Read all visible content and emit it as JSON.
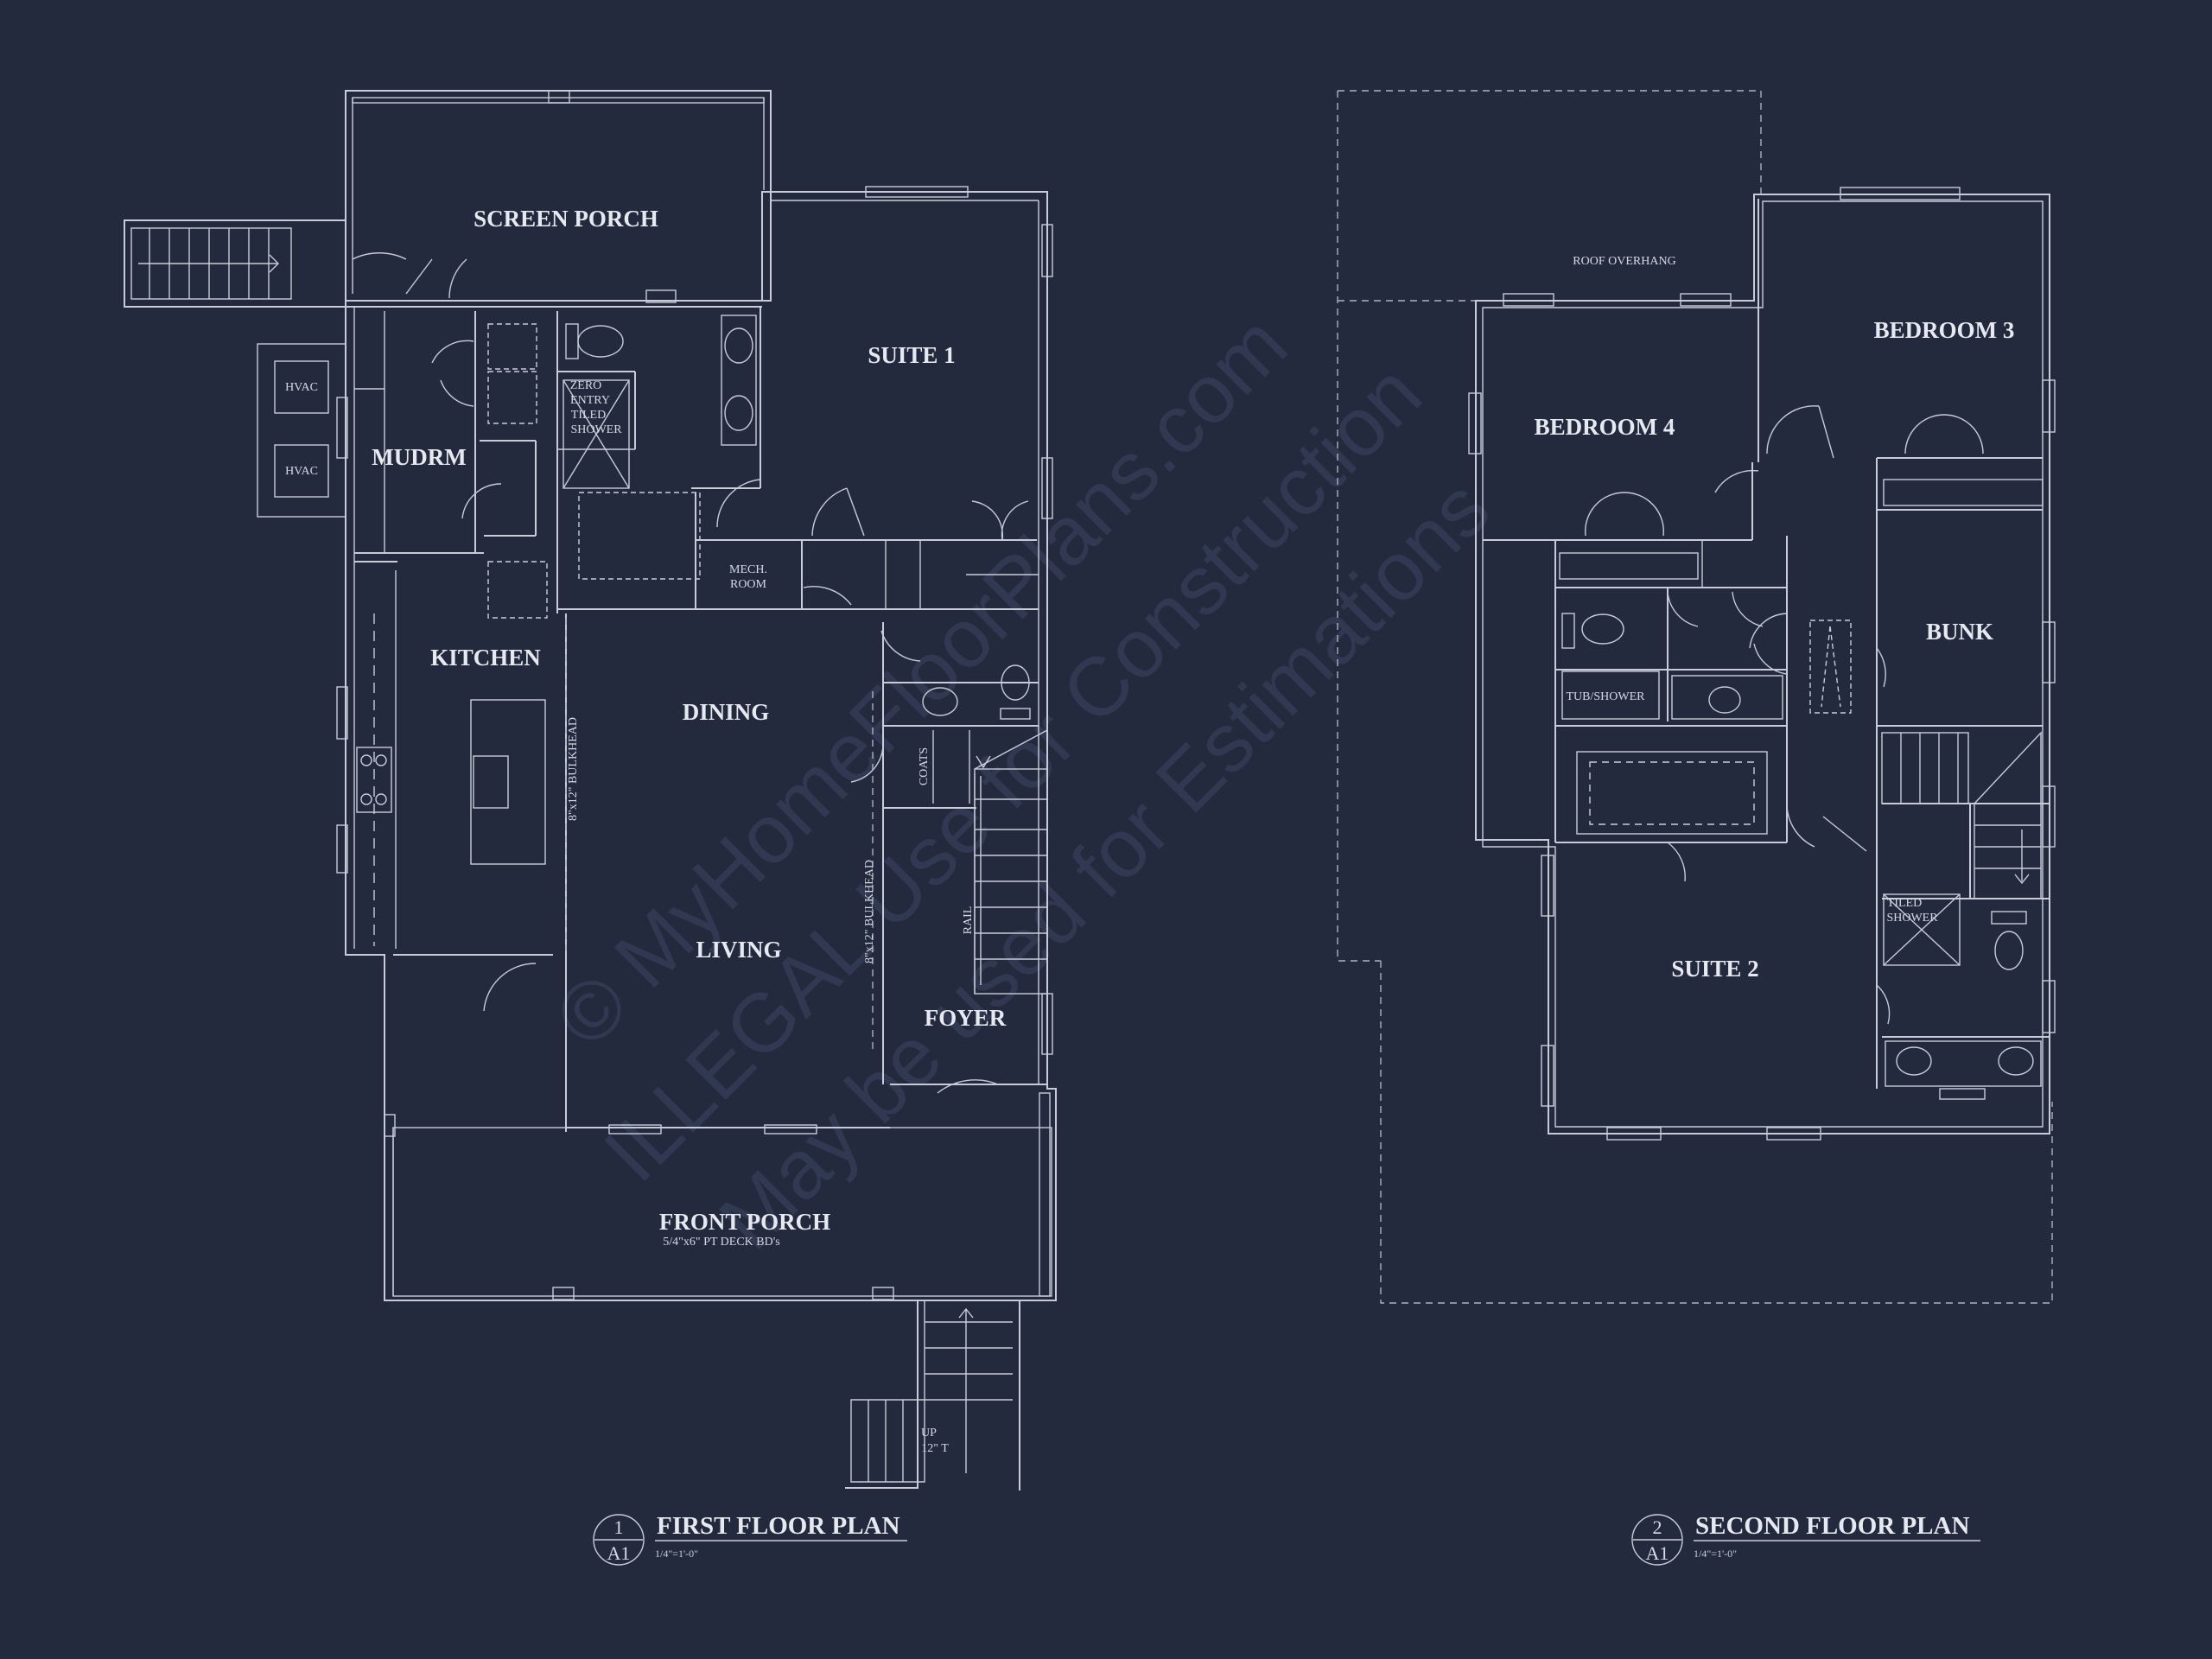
{
  "watermark": {
    "line1": "© MyHomeFloorPlans.com",
    "line2": "ILLEGAL Use for Construction",
    "line3": "May be used for Estimations"
  },
  "first_floor": {
    "title": "FIRST FLOOR PLAN",
    "scale": "1/4\"=1'-0\"",
    "sheet_num": "1",
    "sheet_page": "A1",
    "rooms": {
      "screen_porch": "SCREEN PORCH",
      "suite1": "SUITE 1",
      "mudrm": "MUDRM",
      "kitchen": "KITCHEN",
      "dining": "DINING",
      "living": "LIVING",
      "foyer": "FOYER",
      "front_porch": "FRONT PORCH"
    },
    "notes": {
      "hvac1": "HVAC",
      "hvac2": "HVAC",
      "shower1": "ZERO",
      "shower2": "ENTRY",
      "shower3": "TILED",
      "shower4": "SHOWER",
      "mech1": "MECH.",
      "mech2": "ROOM",
      "bulkhead1": "8\"x12\" BULKHEAD",
      "bulkhead2": "8\"x12\" BULKHEAD",
      "coats": "COATS",
      "rail": "RAIL",
      "deck": "5/4\"x6\" PT DECK BD's",
      "up": "UP",
      "treads": "12\" T"
    }
  },
  "second_floor": {
    "title": "SECOND FLOOR PLAN",
    "scale": "1/4\"=1'-0\"",
    "sheet_num": "2",
    "sheet_page": "A1",
    "rooms": {
      "bedroom3": "BEDROOM  3",
      "bedroom4": "BEDROOM 4",
      "bunk": "BUNK",
      "suite2": "SUITE 2"
    },
    "notes": {
      "roof": "ROOF OVERHANG",
      "tub": "TUB/SHOWER",
      "tiled1": "TILED",
      "tiled2": "SHOWER"
    }
  }
}
